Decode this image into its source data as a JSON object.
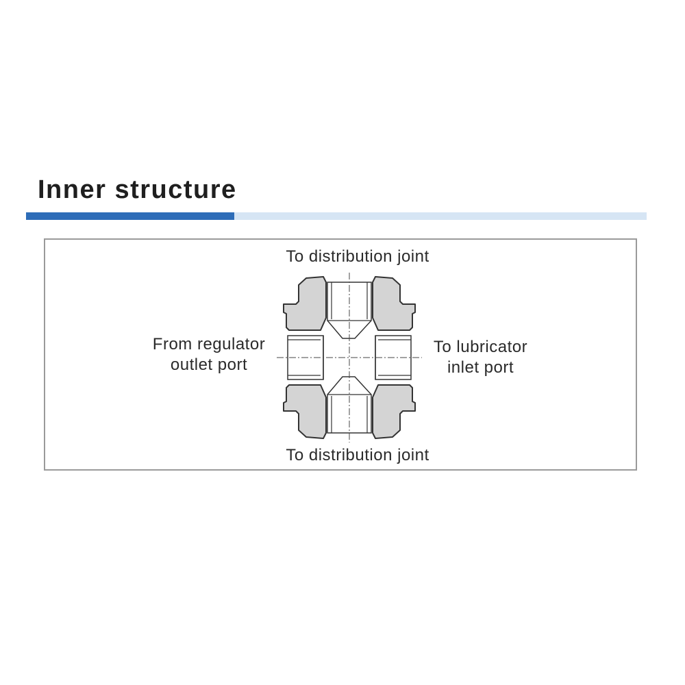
{
  "section": {
    "title": "Inner structure",
    "colors": {
      "accent": "#2e6db8",
      "accent_light": "#d6e5f4",
      "frame_border": "#9a9a9a",
      "metal_fill": "#d4d4d4",
      "outline": "#333333"
    }
  },
  "diagram": {
    "labels": {
      "top": "To distribution joint",
      "bottom": "To distribution joint",
      "left_line1": "From regulator",
      "left_line2": "outlet port",
      "right_line1": "To lubricator",
      "right_line2": "inlet port"
    }
  }
}
